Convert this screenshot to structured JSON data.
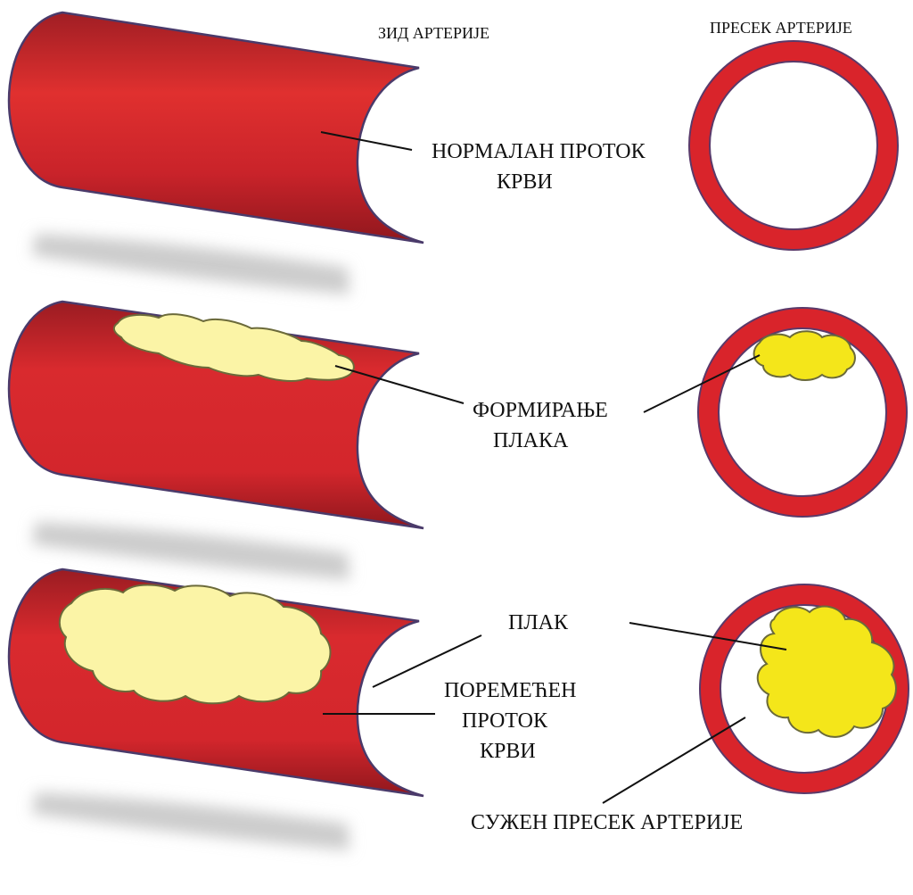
{
  "headers": {
    "wall": "ЗИД АРТЕРИЈЕ",
    "cross_section": "ПРЕСЕК АРТЕРИЈЕ"
  },
  "labels": {
    "normal_flow_line1": "НОРМАЛАН ПРОТОК",
    "normal_flow_line2": "КРВИ",
    "plaque_formation_line1": "ФОРМИРАЊЕ",
    "plaque_formation_line2": "ПЛАКА",
    "plaque": "ПЛАК",
    "disturbed_flow_line1": "ПОРЕМЕЋЕН",
    "disturbed_flow_line2": "ПРОТОК",
    "disturbed_flow_line3": "КРВИ",
    "narrowed_section": "СУЖЕН ПРЕСЕК АРТЕРИЈЕ"
  },
  "colors": {
    "artery_red": "#d9242b",
    "artery_dark": "#8e1a20",
    "artery_outline": "#4a3a6a",
    "plaque_pale": "#fbf4a6",
    "plaque_yellow": "#f4e61a",
    "plaque_outline": "#6b6a3a",
    "shadow": "#cfcfcf",
    "leader_line": "#111111"
  }
}
